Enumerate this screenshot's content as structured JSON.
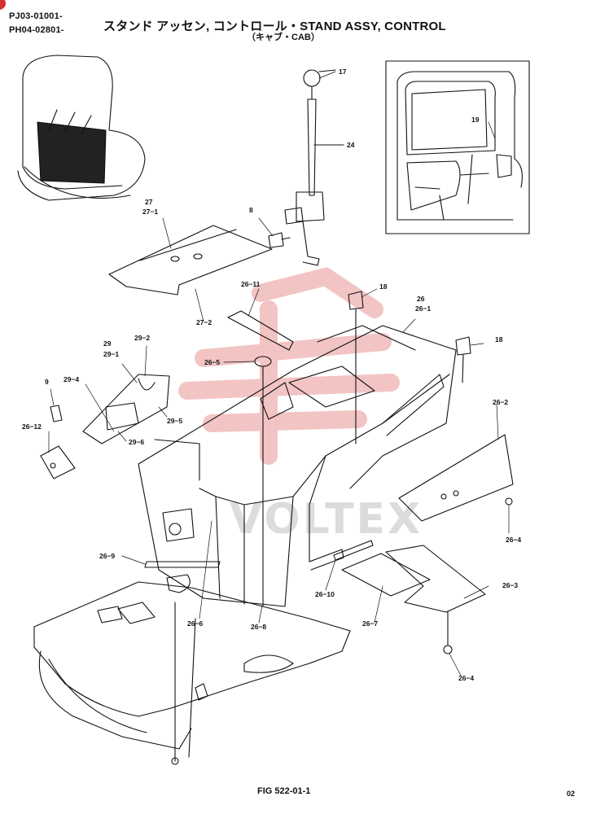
{
  "header": {
    "model_line_1": "PJ03-01001-",
    "model_line_2": "PH04-02801-",
    "title": "スタンド アッセン, コントロール・STAND ASSY, CONTROL",
    "subtitle": "（キャブ・CAB）"
  },
  "callouts": [
    {
      "id": "c17",
      "text": "17"
    },
    {
      "id": "c24",
      "text": "24"
    },
    {
      "id": "c19",
      "text": "19"
    },
    {
      "id": "c8",
      "text": "8"
    },
    {
      "id": "c27",
      "text": "27"
    },
    {
      "id": "c27_1",
      "text": "27−1"
    },
    {
      "id": "c27_2",
      "text": "27−2"
    },
    {
      "id": "c26_11",
      "text": "26−11"
    },
    {
      "id": "c18a",
      "text": "18"
    },
    {
      "id": "c26",
      "text": "26"
    },
    {
      "id": "c26_1",
      "text": "26−1"
    },
    {
      "id": "c18b",
      "text": "18"
    },
    {
      "id": "c29",
      "text": "29"
    },
    {
      "id": "c29_1",
      "text": "29−1"
    },
    {
      "id": "c29_2",
      "text": "29−2"
    },
    {
      "id": "c26_5",
      "text": "26−5"
    },
    {
      "id": "c9",
      "text": "9"
    },
    {
      "id": "c29_4",
      "text": "29−4"
    },
    {
      "id": "c29_5",
      "text": "29−5"
    },
    {
      "id": "c26_12",
      "text": "26−12"
    },
    {
      "id": "c29_6",
      "text": "29−6"
    },
    {
      "id": "c26_2",
      "text": "26−2"
    },
    {
      "id": "c26_4a",
      "text": "26−4"
    },
    {
      "id": "c26_9",
      "text": "26−9"
    },
    {
      "id": "c26_10",
      "text": "26−10"
    },
    {
      "id": "c26_3",
      "text": "26−3"
    },
    {
      "id": "c26_6",
      "text": "26−6"
    },
    {
      "id": "c26_8",
      "text": "26−8"
    },
    {
      "id": "c26_7",
      "text": "26−7"
    },
    {
      "id": "c26_4b",
      "text": "26−4"
    }
  ],
  "watermark": "VOLTEX",
  "footer": {
    "figure": "FIG 522-01-1",
    "page": "02"
  },
  "colors": {
    "ink": "#111111",
    "watermark_red": "#f3c4c4",
    "watermark_gray": "#dcdcdc",
    "corner_mark": "#d83030"
  }
}
